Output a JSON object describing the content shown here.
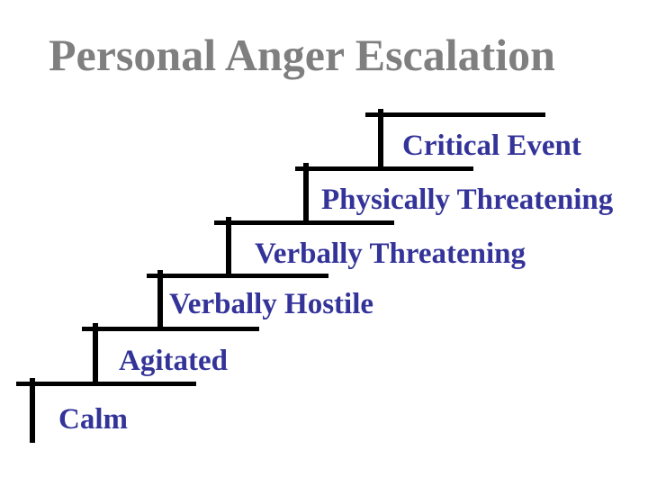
{
  "slide": {
    "title": "Personal Anger Escalation",
    "background_color": "#ffffff",
    "title_color": "#7f7f7f"
  },
  "diagram": {
    "type": "staircase-escalation",
    "line_color": "#000000",
    "label_color": "#333399",
    "steps": [
      {
        "label": "Critical Event"
      },
      {
        "label": "Physically Threatening"
      },
      {
        "label": "Verbally Threatening"
      },
      {
        "label": "Verbally Hostile"
      },
      {
        "label": "Agitated"
      },
      {
        "label": "Calm"
      }
    ]
  }
}
